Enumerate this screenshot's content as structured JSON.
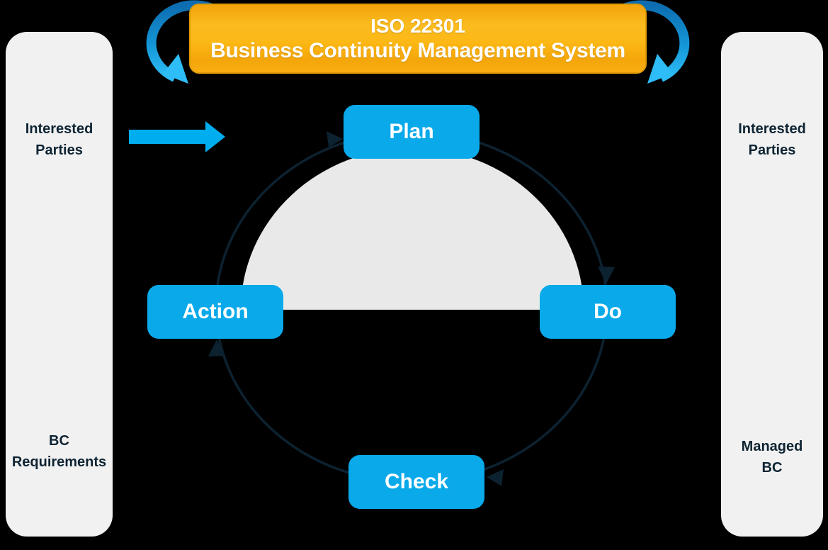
{
  "title_banner": {
    "line1": "ISO 22301",
    "line2": "Business Continuity Management System"
  },
  "left_panel": {
    "top_label": {
      "line1": "Interested",
      "line2": "Parties"
    },
    "bottom_label": {
      "line1": "BC",
      "line2": "Requirements"
    }
  },
  "right_panel": {
    "top_label": {
      "line1": "Interested",
      "line2": "Parties"
    },
    "bottom_label": {
      "line1": "Managed",
      "line2": "BC"
    }
  },
  "cycle": {
    "direction": "clockwise",
    "plan": "Plan",
    "do": "Do",
    "check": "Check",
    "action": "Action"
  },
  "icons": {
    "left_loop": "circular-loop-arrow",
    "right_loop": "circular-loop-arrow",
    "input_arrow": "right-arrow"
  },
  "colors": {
    "background": "#000000",
    "banner_orange": "#f9b013",
    "node_blue": "#09a9ea",
    "input_arrow_cyan": "#00aeef",
    "ring_navy": "#0d2231",
    "panel_gray": "#f1f1f1",
    "panel_text_navy": "#0e2433",
    "dome_gray": "#e9e9e9",
    "loop_arrow_blue_dark": "#0d6db0",
    "loop_arrow_blue_light": "#2ebdf6"
  }
}
